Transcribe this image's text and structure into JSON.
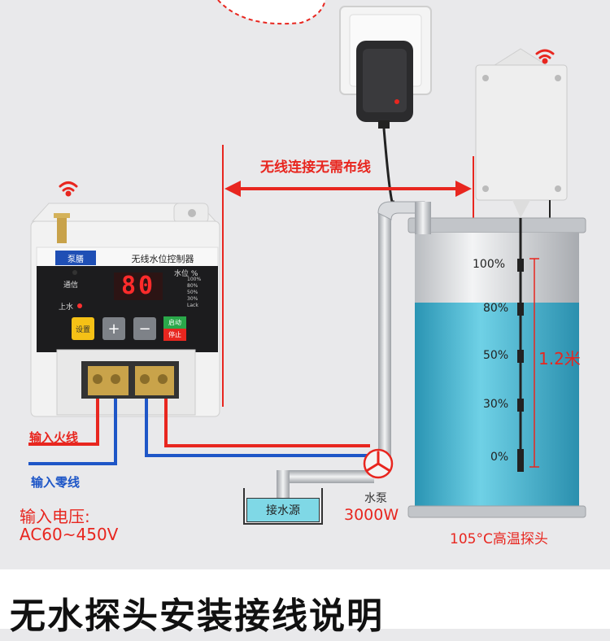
{
  "controller": {
    "brand_logo_text": "泵膳",
    "title": "无线水位控制器",
    "display_value": "80",
    "signal_label": "通信",
    "fill_label": "上水",
    "level_header": "水位 %",
    "level_rows": [
      "100%",
      "80%",
      "50%",
      "30%",
      "Lack"
    ],
    "btn_set": "设置",
    "btn_plus": "+",
    "btn_minus": "−",
    "btn_start": "启动",
    "btn_stop": "停止"
  },
  "wiring": {
    "fire_label": "输入火线",
    "zero_label": "输入零线",
    "voltage_title": "输入电压:",
    "voltage_range": "AC60~450V"
  },
  "wireless_label": "无线连接无需布线",
  "water_source_label": "接水源",
  "pump": {
    "label": "水泵",
    "power": "3000W"
  },
  "tank": {
    "levels": [
      "100%",
      "80%",
      "50%",
      "30%",
      "0%"
    ],
    "distance_label": "1.2米",
    "probe_label": "105°C高温探头",
    "water_fill": 0.8
  },
  "bottom_title": "无水探头安装接线说明",
  "colors": {
    "red": "#e8261f",
    "blue": "#1e56c7",
    "water": "#2aa7c7"
  },
  "icons": [
    "wifi-icon",
    "power-adapter-icon",
    "wall-socket-icon",
    "pump-impeller-icon",
    "double-arrow-icon"
  ]
}
